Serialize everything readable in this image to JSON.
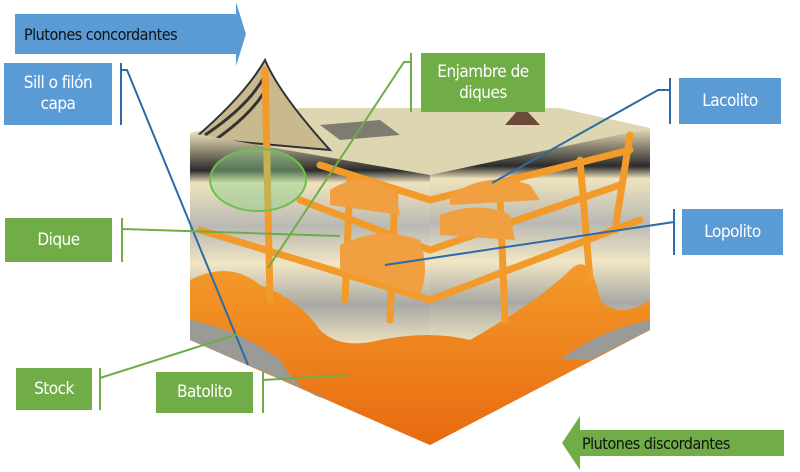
{
  "title_arrows": {
    "concordantes": "Plutones concordantes",
    "discordantes": "Plutones discordantes"
  },
  "labels": {
    "sill": "Sill o filón capa",
    "enjambre": "Enjambre de diques",
    "lacolito": "Lacolito",
    "dique": "Dique",
    "lopolito": "Lopolito",
    "stock": "Stock",
    "batolito": "Batolito"
  },
  "colors": {
    "concordant": "#5b9bd5",
    "discordant": "#70ad47",
    "magma": "#f08a1c"
  }
}
